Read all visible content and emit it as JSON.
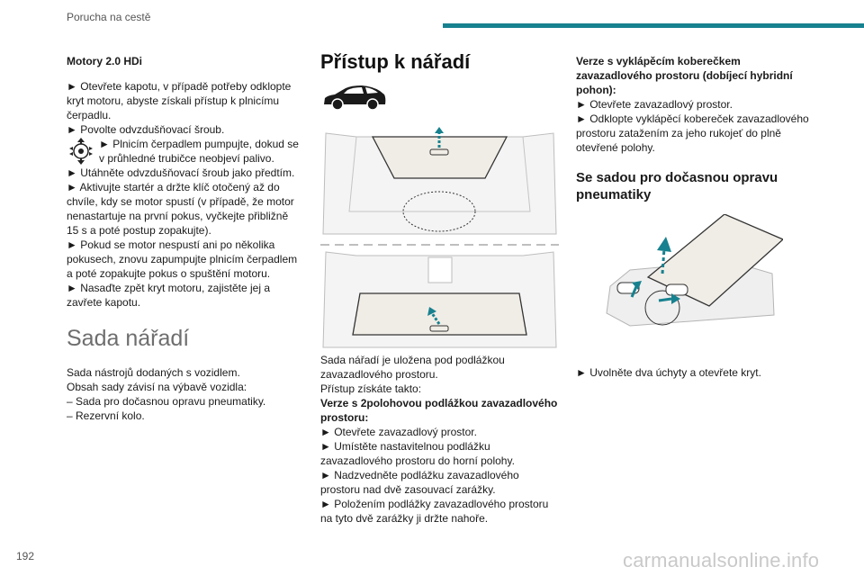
{
  "header": {
    "section": "Porucha na cestě",
    "accent": "#17818f"
  },
  "page_number": "192",
  "watermark": "carmanualsonline.info",
  "col1": {
    "heading": "Motory 2.0 HDi",
    "step1": "► Otevřete kapotu, v případě potřeby odklopte kryt motoru, abyste získali přístup k plnicímu čerpadlu.",
    "step2": "► Povolte odvzdušňovací šroub.",
    "step3": "► Plnicím čerpadlem pumpujte, dokud se v průhledné trubičce neobjeví palivo.",
    "step4": "► Utáhněte odvzdušňovací šroub jako předtím.",
    "step5": "► Aktivujte startér a držte klíč otočený až do chvíle, kdy se motor spustí (v případě, že motor nenastartuje na první pokus, vyčkejte přibližně 15 s a poté postup zopakujte).",
    "step6": "► Pokud se motor nespustí ani po několika pokusech, znovu zapumpujte plnicím čerpadlem a poté zopakujte pokus o spuštění motoru.",
    "step7": "► Nasaďte zpět kryt motoru, zajistěte jej a zavřete kapotu.",
    "section_title": "Sada nářadí",
    "kit_line1": "Sada nástrojů dodaných s vozidlem.",
    "kit_line2": "Obsah sady závisí na výbavě vozidla:",
    "kit_item1": "– Sada pro dočasnou opravu pneumatiky.",
    "kit_item2": "– Rezervní kolo."
  },
  "col2": {
    "title": "Přístup k nářadí",
    "p1": "Sada nářadí je uložena pod podlážkou zavazadlového prostoru.",
    "p2": "Přístup získáte takto:",
    "version_heading": "Verze s 2polohovou podlážkou zavazadlového prostoru:",
    "s1": "► Otevřete zavazadlový prostor.",
    "s2": "► Umístěte nastavitelnou podlážku zavazadlového prostoru do horní polohy.",
    "s3": "► Nadzvedněte podlážku zavazadlového prostoru nad dvě zasouvací zarážky.",
    "s4": "► Položením podlážky zavazadlového prostoru na tyto dvě zarážky ji držte nahoře."
  },
  "col3": {
    "version_heading": "Verze s vyklápěcím koberečkem zavazadlového prostoru (dobíjecí hybridní pohon):",
    "s1": "► Otevřete zavazadlový prostor.",
    "s2": "► Odklopte vyklápěcí kobereček zavazadlového prostoru zatažením za jeho rukojeť do plně otevřené polohy.",
    "subheading": "Se sadou pro dočasnou opravu pneumatiky",
    "s3": "► Uvolněte dva úchyty a otevřete kryt."
  },
  "icons": {
    "pump": "pump-icon",
    "car": "car-silhouette-icon"
  }
}
